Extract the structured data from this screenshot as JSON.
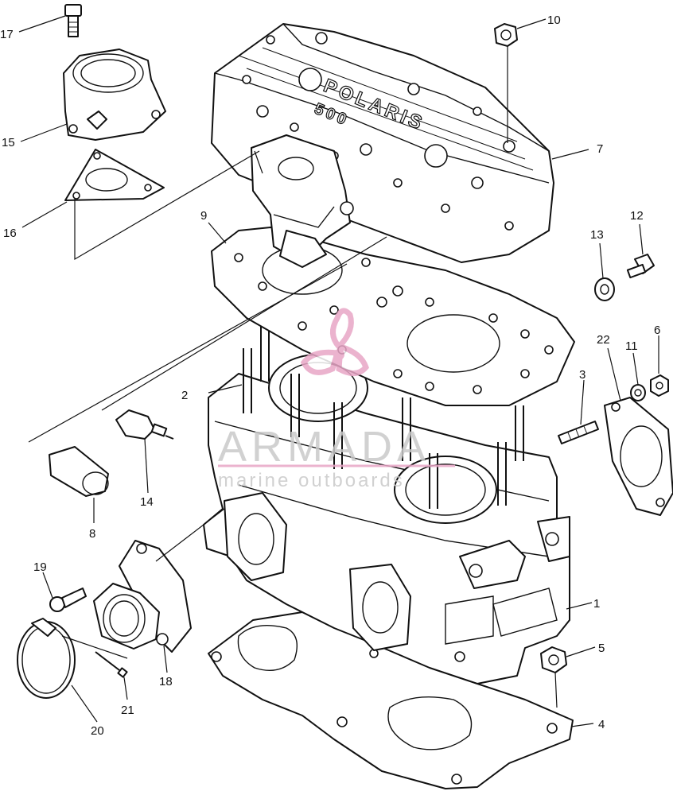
{
  "diagram": {
    "callouts": [
      "1",
      "2",
      "3",
      "4",
      "5",
      "6",
      "7",
      "8",
      "9",
      "10",
      "11",
      "12",
      "13",
      "14",
      "15",
      "16",
      "17",
      "18",
      "19",
      "20",
      "21",
      "22"
    ],
    "embossed_text": "POLARIS",
    "embossed_number": "500"
  },
  "watermark": {
    "title": "ARMADA",
    "subtitle": "marine outboards",
    "accent_color": "#e8a6c6",
    "text_color": "#c8c8c8"
  }
}
